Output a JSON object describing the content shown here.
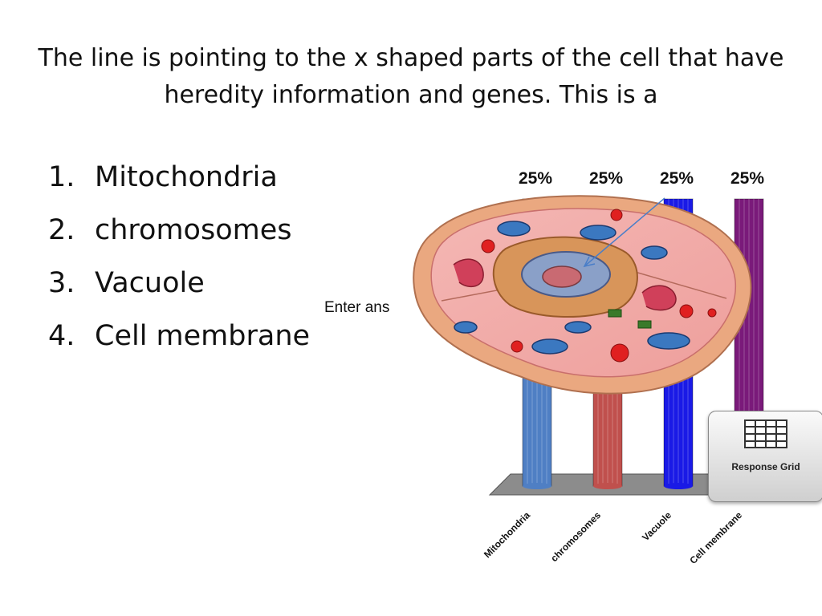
{
  "slide": {
    "title": "The line is pointing to the x shaped parts of the cell that have heredity information and genes.  This is a",
    "options": [
      {
        "num": "1.",
        "label": "Mitochondria"
      },
      {
        "num": "2.",
        "label": "chromosomes"
      },
      {
        "num": "3.",
        "label": "Vacuole"
      },
      {
        "num": "4.",
        "label": "Cell membrane"
      }
    ],
    "enter_answer_text": "Enter ans"
  },
  "response_grid": {
    "label": "Response Grid",
    "icon": "grid-icon"
  },
  "cell_image": {
    "icon": "animal-cell-diagram"
  },
  "chart_data": {
    "type": "bar",
    "categories": [
      "Mitochondria",
      "chromosomes",
      "Vacuole",
      "Cell membrane"
    ],
    "values": [
      25,
      25,
      25,
      25
    ],
    "value_labels": [
      "25%",
      "25%",
      "25%",
      "25%"
    ],
    "colors": [
      "#4f7fc4",
      "#c0504d",
      "#1a1ae6",
      "#7a1a7a"
    ]
  }
}
